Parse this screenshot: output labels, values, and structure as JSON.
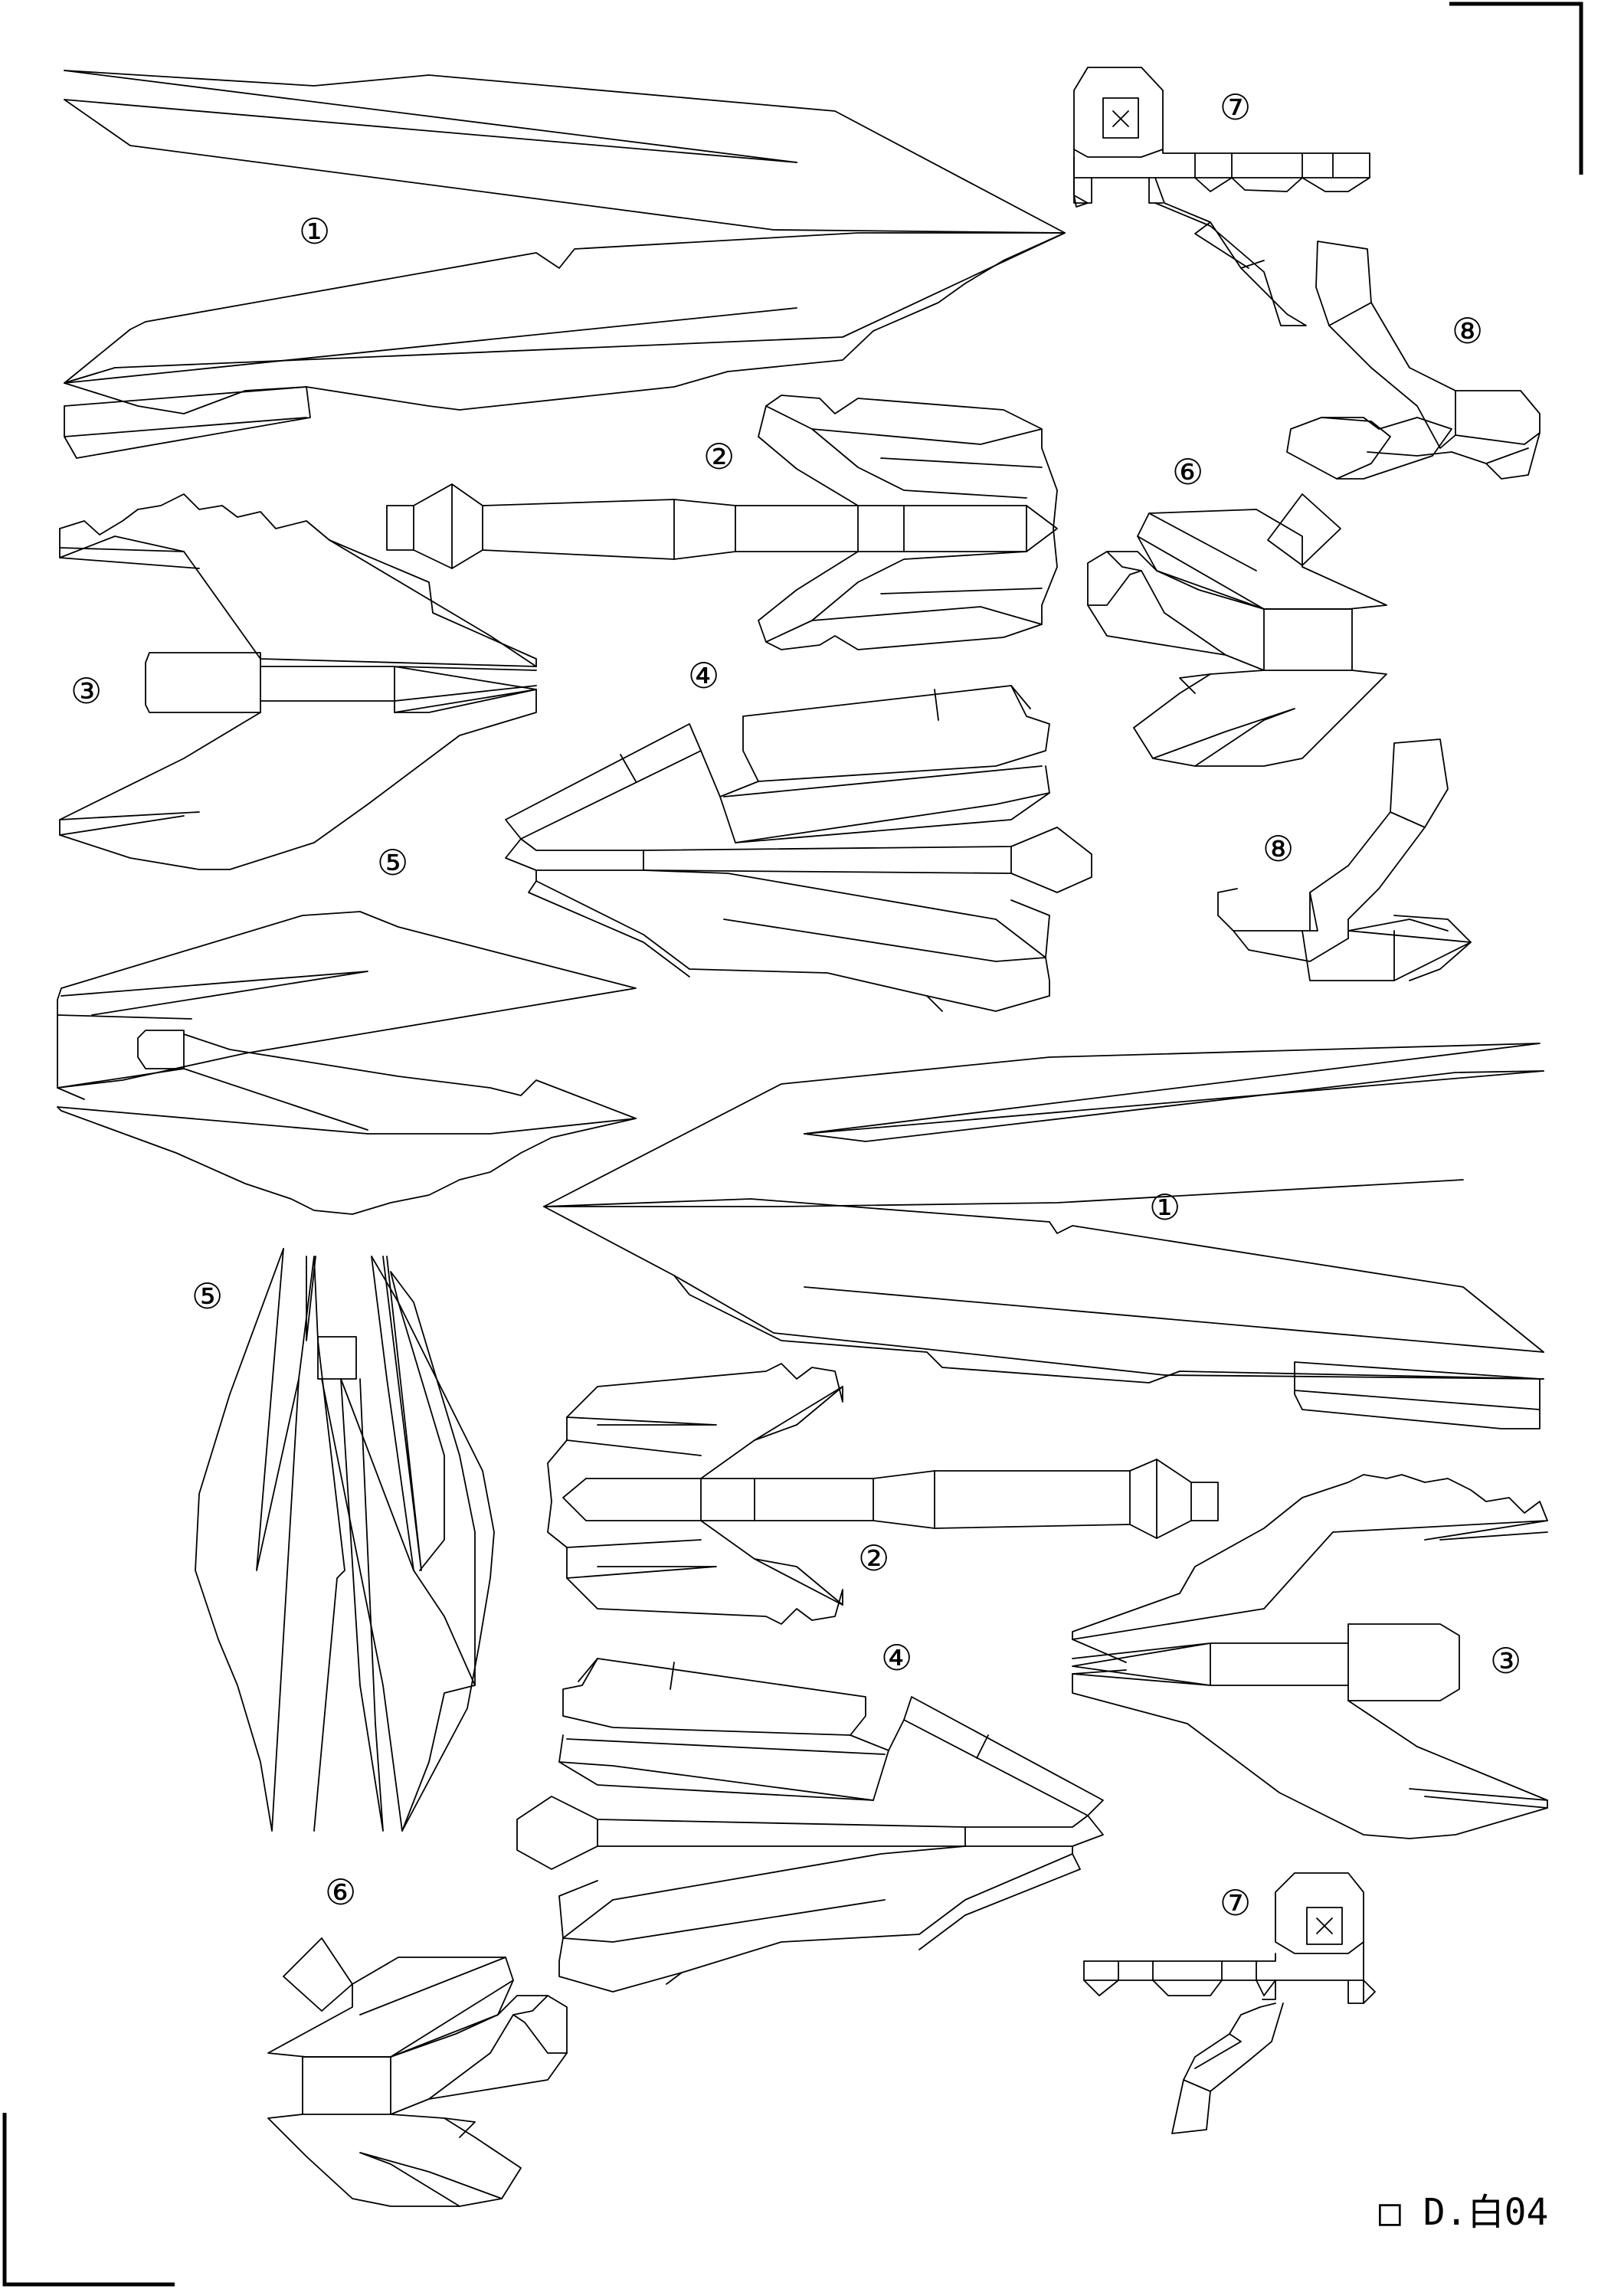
{
  "sheet": {
    "code": "□ D.白04",
    "background": "#ffffff",
    "line_color": "#000000"
  },
  "parts": [
    {
      "label": "①",
      "shape": "long-blade"
    },
    {
      "label": "②",
      "shape": "twin-fin-rod"
    },
    {
      "label": "③",
      "shape": "serrated-wing"
    },
    {
      "label": "④",
      "shape": "triple-fin-rod"
    },
    {
      "label": "⑤",
      "shape": "double-blade"
    },
    {
      "label": "⑥",
      "shape": "foot-block"
    },
    {
      "label": "⑦",
      "shape": "head-arm"
    },
    {
      "label": "⑧",
      "shape": "curved-arm"
    }
  ]
}
